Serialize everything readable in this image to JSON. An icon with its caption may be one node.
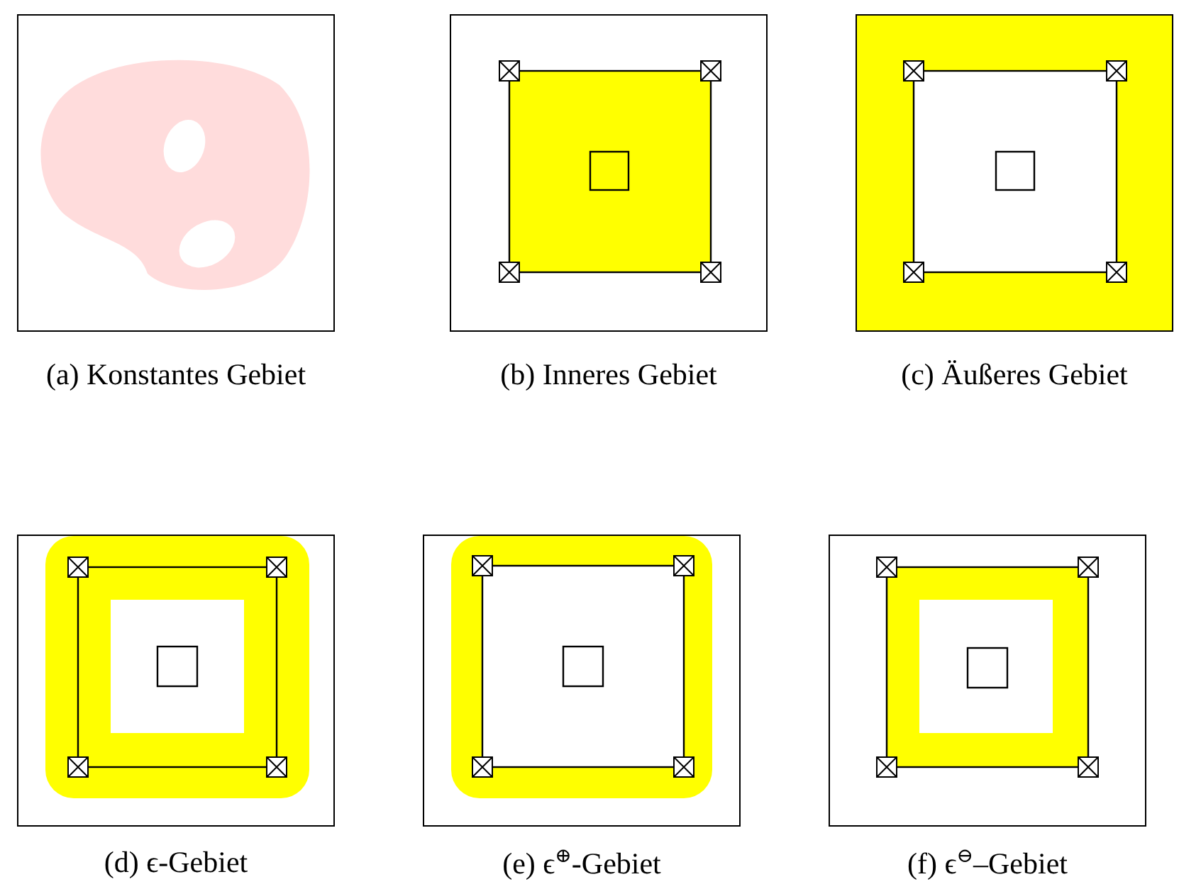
{
  "diagram": {
    "labels": [
      "(a) Konstantes Gebiet",
      "(b) Inneres Gebiet",
      "(c) Äußeres Gebiet",
      "(d) ϵ-Gebiet",
      "(e) ϵ$^{⊕}$-Gebiet",
      "(f) ϵ$^{⊖}$–Gebiet"
    ]
  }
}
